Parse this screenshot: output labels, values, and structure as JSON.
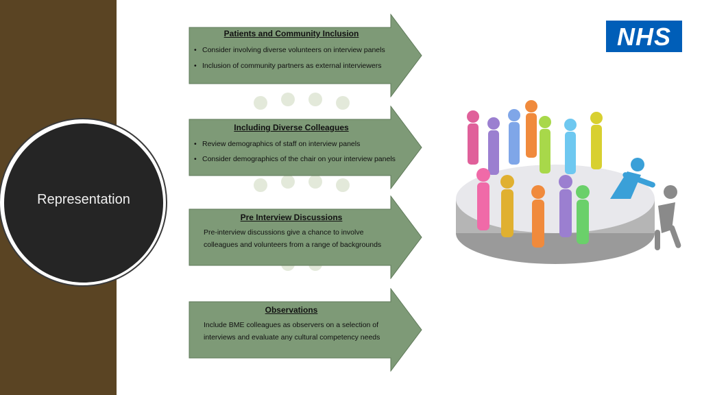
{
  "sidebar": {
    "section_label": "Representation"
  },
  "logo": {
    "text": "NHS",
    "color": "#005eb8"
  },
  "arrows": [
    {
      "title": "Patients and Community Inclusion",
      "bullets": [
        "Consider involving diverse volunteers on interview panels",
        "Inclusion of community partners as external interviewers"
      ]
    },
    {
      "title": "Including Diverse Colleagues",
      "bullets": [
        "Review demographics of staff on interview panels",
        "Consider demographics of the chair on your interview panels"
      ]
    },
    {
      "title": "Pre Interview Discussions",
      "text_lines": [
        "Pre-interview discussions give a chance to involve",
        "colleagues and volunteers from a range of backgrounds"
      ]
    },
    {
      "title": "Observations",
      "text_lines": [
        "Include BME colleagues as observers on a selection of",
        "interviews and evaluate any cultural competency needs"
      ]
    }
  ],
  "colors": {
    "arrow_fill": "#7e9a77",
    "arrow_stroke": "#5f7a59",
    "sidebar": "#5a4423",
    "circle": "#252525"
  }
}
